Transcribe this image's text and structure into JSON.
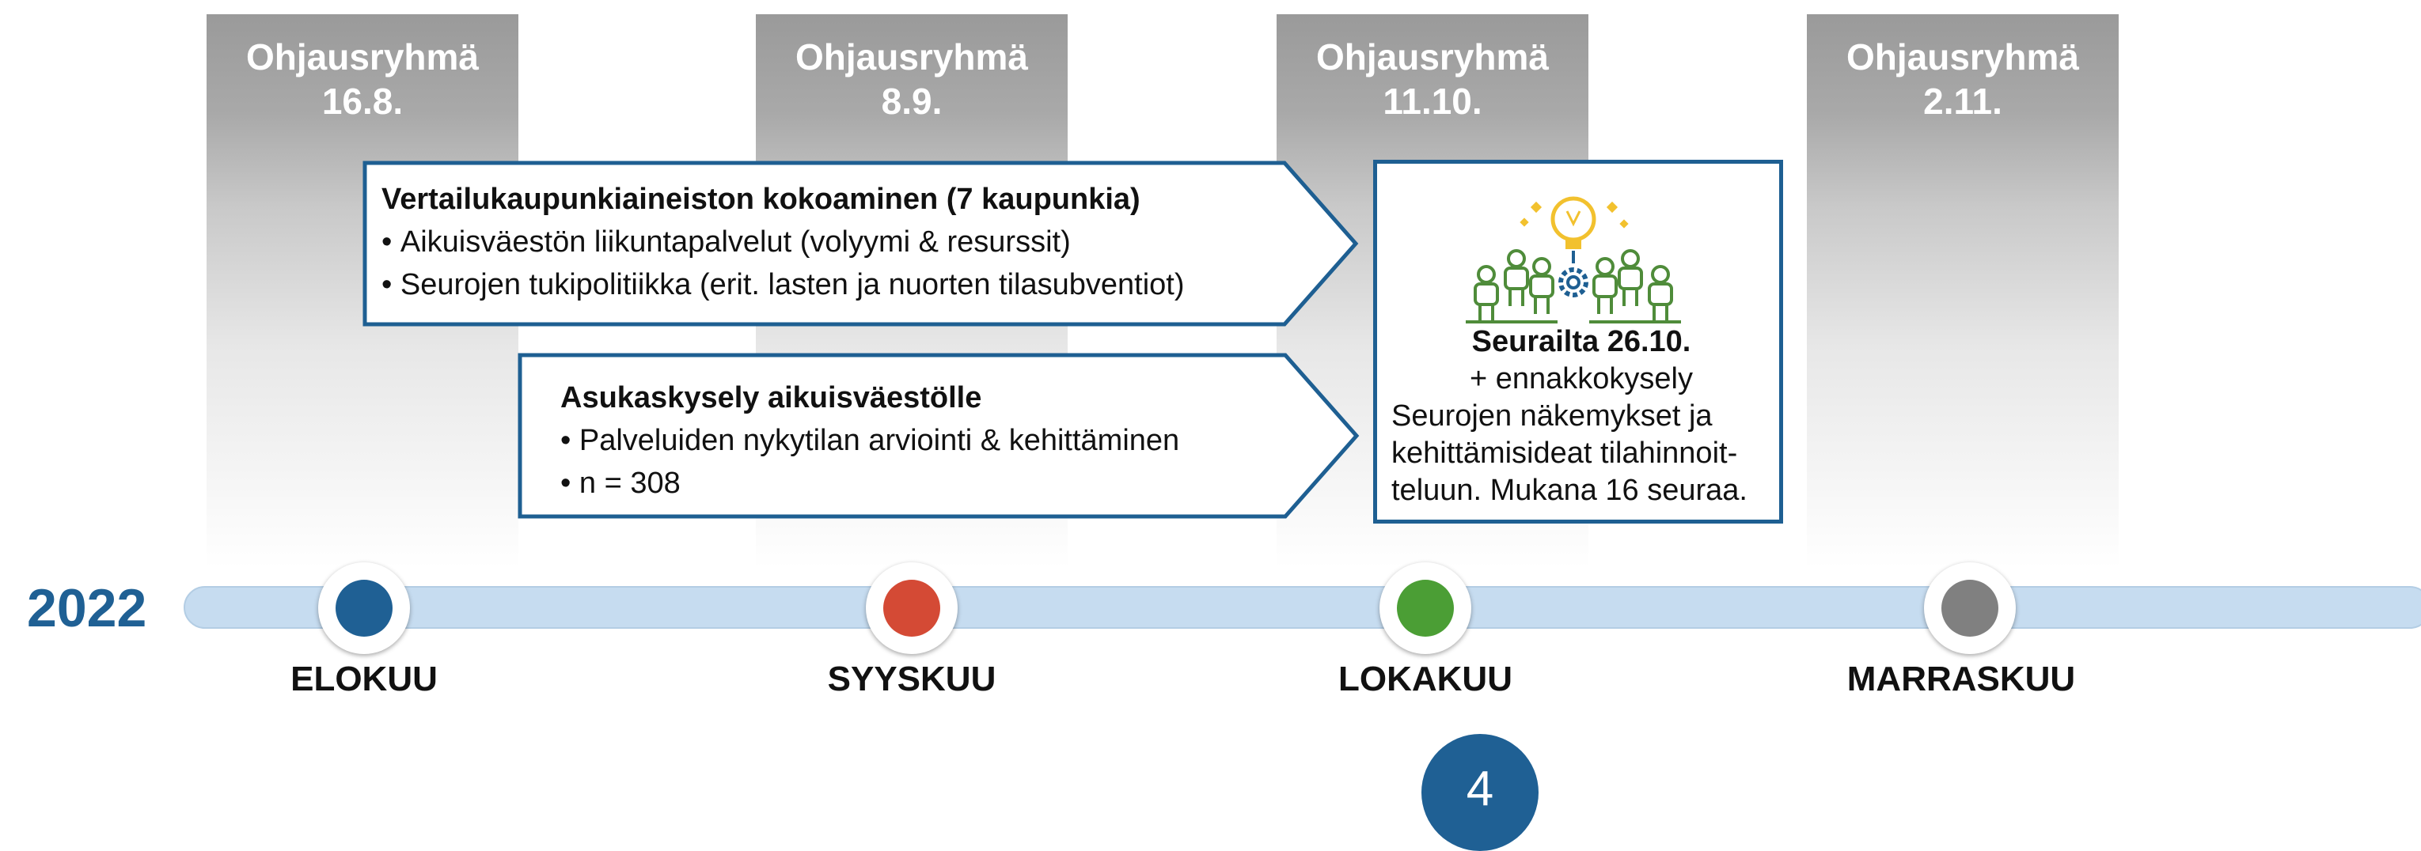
{
  "year": "2022",
  "steering_meetings": [
    {
      "label": "Ohjausryhmä",
      "date": "16.8."
    },
    {
      "label": "Ohjausryhmä",
      "date": "8.9."
    },
    {
      "label": "Ohjausryhmä",
      "date": "11.10."
    },
    {
      "label": "Ohjausryhmä",
      "date": "2.11."
    }
  ],
  "tasks": [
    {
      "title": "Vertailukaupunkiaineiston kokoaminen (7 kaupunkia)",
      "bullets": [
        "Aikuisväestön liikuntapalvelut (volyymi & resurssit)",
        "Seurojen tukipolitiikka (erit. lasten ja nuorten tilasubventiot)"
      ]
    },
    {
      "title": "Asukaskysely aikuisväestölle",
      "bullets": [
        "Palveluiden nykytilan arviointi & kehittäminen",
        "n = 308"
      ]
    }
  ],
  "event": {
    "title": "Seurailta 26.10.",
    "line2": "+ ennakkokysely",
    "line3": "Seurojen näkemykset ja",
    "line4": "kehittämisideat tilahinnoit-",
    "line5": "teluun. Mukana 16 seuraa.",
    "icon": "ideas-people-lightbulb-icon"
  },
  "months": [
    "ELOKUU",
    "SYYSKUU",
    "LOKAKUU",
    "MARRASKUU"
  ],
  "node_colors": [
    "#1f6094",
    "#d44a35",
    "#4b9e35",
    "#808080"
  ],
  "page_number": "4",
  "colors": {
    "accent_blue": "#1f6094",
    "track": "#c6dcf0",
    "box_border": "#1e5f92",
    "icon_green": "#4f8c3a",
    "icon_yellow": "#f2c12e"
  }
}
